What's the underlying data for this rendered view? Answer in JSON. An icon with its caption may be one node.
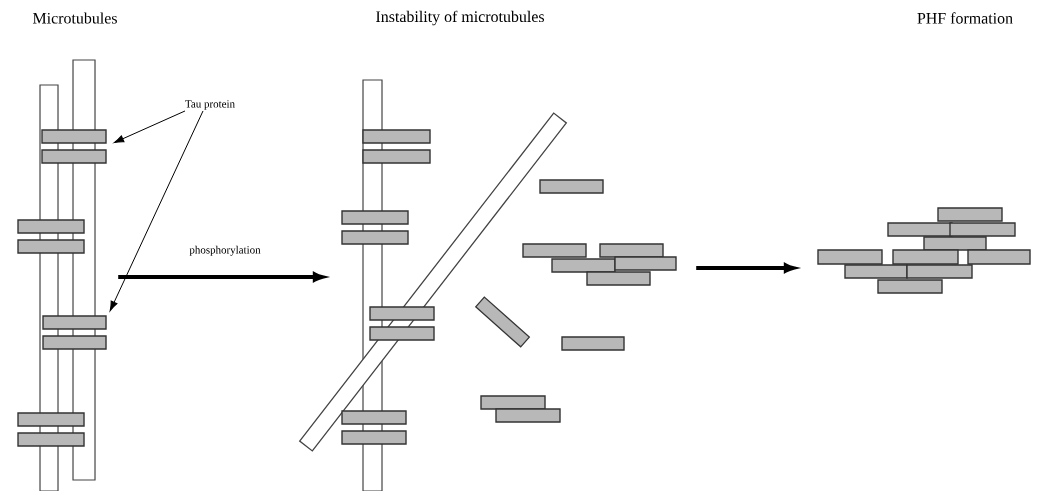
{
  "diagram": {
    "nodes": [
      {
        "text": [
          "Tau protein"
        ]
      },
      {
        "text": [],
        "shape": "picture"
      },
      {
        "text": [],
        "shape": "bar",
        "in": 1
      },
      {
        "text": [],
        "shape": "bar",
        "in": 1
      },
      {
        "text": [],
        "shape": "picture"
      },
      {
        "text": [],
        "shape": "picture"
      }
    ],
    "edges": [
      {
        "from": 0,
        "to": 2,
        "arrow": "to"
      },
      {
        "from": 0,
        "to": 3,
        "arrow": "to"
      },
      {
        "from": 1,
        "to": 4,
        "arrow": "to",
        "label": "phosphorylation",
        "style": "thick"
      },
      {
        "from": 4,
        "to": 5,
        "arrow": "to",
        "style": "thick"
      }
    ],
    "labels": [
      "Microtubules",
      "Instability of  microtubules",
      "PHF formation"
    ]
  }
}
